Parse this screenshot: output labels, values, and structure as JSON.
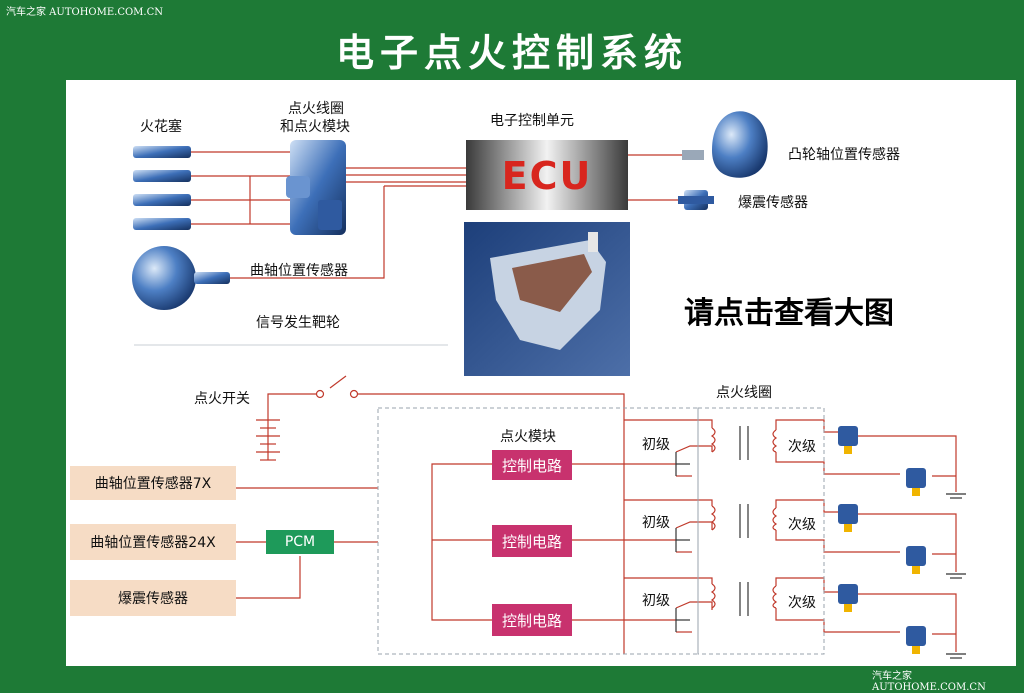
{
  "watermark": {
    "top": "汽车之家 AUTOHOME.COM.CN",
    "bottom": "汽车之家 AUTOHOME.COM.CN"
  },
  "title": "电子点火控制系统",
  "top_diagram": {
    "spark_plug": "火花塞",
    "coil_module_line1": "点火线圈",
    "coil_module_line2": "和点火模块",
    "ecu_unit": "电子控制单元",
    "ecu": "ECU",
    "cam_sensor": "凸轮轴位置传感器",
    "knock_sensor": "爆震传感器",
    "crank_sensor": "曲轴位置传感器",
    "reluctor": "信号发生靶轮"
  },
  "call_to_action": "请点击查看大图",
  "circuit": {
    "ignition_switch": "点火开关",
    "ignition_coil": "点火线圈",
    "ignition_module": "点火模块",
    "sensors": [
      "曲轴位置传感器7X",
      "曲轴位置传感器24X",
      "爆震传感器"
    ],
    "pcm": "PCM",
    "control_circuits": [
      "控制电路",
      "控制电路",
      "控制电路"
    ],
    "primary": [
      "初级",
      "初级",
      "初级"
    ],
    "secondary": [
      "次级",
      "次级",
      "次级"
    ]
  },
  "colors": {
    "background": "#1e7a36",
    "wire": "#c0392b",
    "control": "#c8326e",
    "pcm": "#1e9a5a",
    "sensor_box": "#f6dcc5"
  }
}
